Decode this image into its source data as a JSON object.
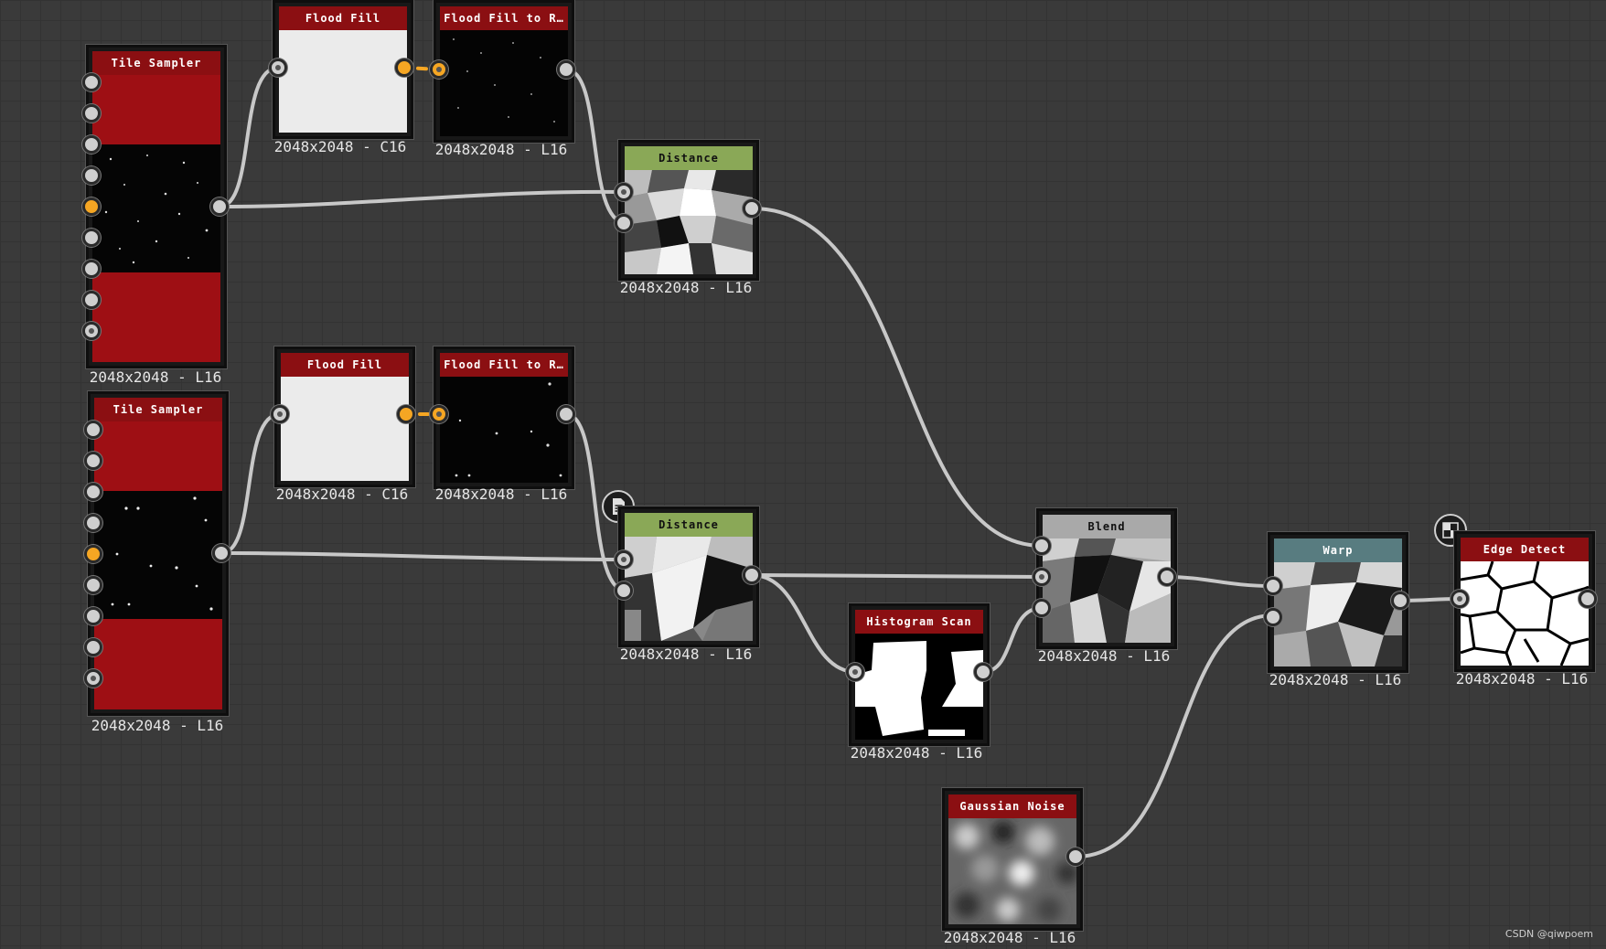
{
  "graph": {
    "nodes": [
      {
        "id": "tile1",
        "title": "Tile Sampler",
        "resolution": "2048x2048 - L16"
      },
      {
        "id": "ff1",
        "title": "Flood Fill",
        "resolution": "2048x2048 - C16"
      },
      {
        "id": "ffr1",
        "title": "Flood Fill to R…",
        "resolution": "2048x2048 - L16"
      },
      {
        "id": "dist1",
        "title": "Distance",
        "resolution": "2048x2048 - L16"
      },
      {
        "id": "tile2",
        "title": "Tile Sampler",
        "resolution": "2048x2048 - L16"
      },
      {
        "id": "ff2",
        "title": "Flood Fill",
        "resolution": "2048x2048 - C16"
      },
      {
        "id": "ffr2",
        "title": "Flood Fill to R…",
        "resolution": "2048x2048 - L16"
      },
      {
        "id": "dist2",
        "title": "Distance",
        "resolution": "2048x2048 - L16"
      },
      {
        "id": "hist",
        "title": "Histogram Scan",
        "resolution": "2048x2048 - L16"
      },
      {
        "id": "blend",
        "title": "Blend",
        "resolution": "2048x2048 - L16"
      },
      {
        "id": "warp",
        "title": "Warp",
        "resolution": "2048x2048 - L16"
      },
      {
        "id": "edge",
        "title": "Edge Detect",
        "resolution": "2048x2048 - L16"
      },
      {
        "id": "noise",
        "title": "Gaussian Noise",
        "resolution": "2048x2048 - L16"
      }
    ],
    "header_colors": {
      "atomic": "#8b0f12",
      "distance": "#8aa857",
      "blend": "#a9a9a9",
      "warp": "#587c80"
    },
    "port_colors": {
      "default": "#cfcfcf",
      "active": "#f5a623"
    },
    "icons": {
      "dist2_badge": "document-icon",
      "edge_badge": "checker-icon"
    }
  },
  "watermark": "CSDN @qiwpoem"
}
